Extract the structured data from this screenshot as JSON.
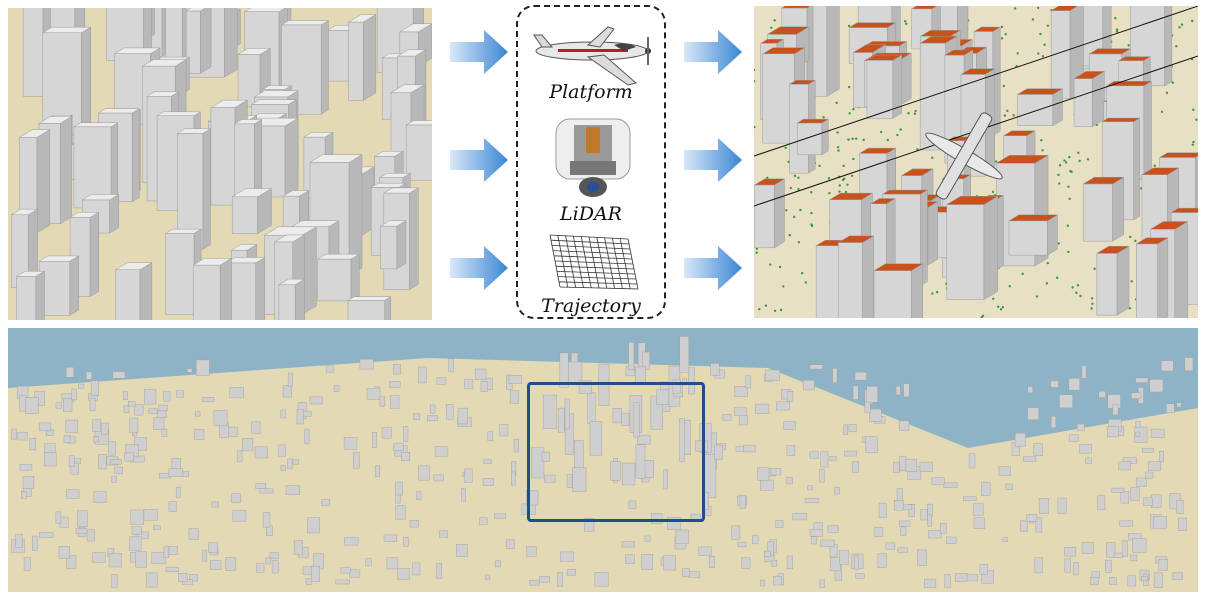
{
  "pipeline": {
    "components": [
      {
        "label": "Platform",
        "icon": "airplane-icon"
      },
      {
        "label": "LiDAR",
        "icon": "lidar-sensor-icon"
      },
      {
        "label": "Trajectory",
        "icon": "trajectory-grid-icon"
      }
    ]
  },
  "colors": {
    "arrow": "#3a86d4",
    "box_border": "#222222",
    "building": "#cfcfcf",
    "ground": "#e3d9b5",
    "water": "#8fb3c6",
    "roof_points": "#c8511c",
    "ground_points": "#1f8a22",
    "focus_box": "#1f4e89"
  }
}
